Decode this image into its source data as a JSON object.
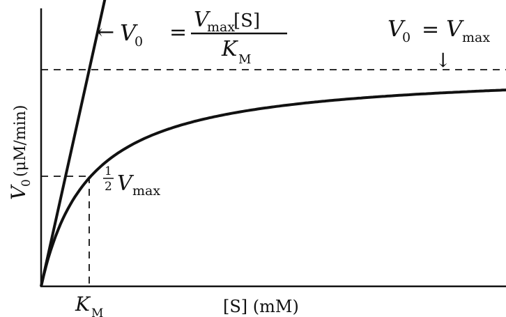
{
  "chart_data": {
    "type": "line",
    "title": "",
    "xlabel": "[S] (mM)",
    "ylabel": {
      "main": "V",
      "sub": "0",
      "unit": "(μM/min)"
    },
    "xlim": [
      0,
      12
    ],
    "ylim": [
      0,
      1.2
    ],
    "grid": false,
    "Vmax": 1.0,
    "Km": 1.0,
    "series": [
      {
        "function": "michaelis-menten",
        "x_range": [
          0,
          12
        ]
      },
      {
        "function": "initial-slope",
        "x_range": [
          0,
          1.44
        ]
      }
    ],
    "annotations": {
      "slope_eq": {
        "arrow": "←",
        "lhs_main": "V",
        "lhs_sub": "0",
        "eq": "=",
        "num_main": "V",
        "num_sub": "max",
        "num_tail": " [S]",
        "den_main": "K",
        "den_sub": "M"
      },
      "vmax_eq": {
        "lhs_main": "V",
        "lhs_sub": "0",
        "eq": "=",
        "rhs_main": "V",
        "rhs_sub": "max",
        "arrow": "↓"
      },
      "half_vmax": {
        "num": "1",
        "den": "2",
        "main": "V",
        "sub": "max"
      },
      "km_tick": {
        "main": "K",
        "sub": "M"
      }
    }
  }
}
